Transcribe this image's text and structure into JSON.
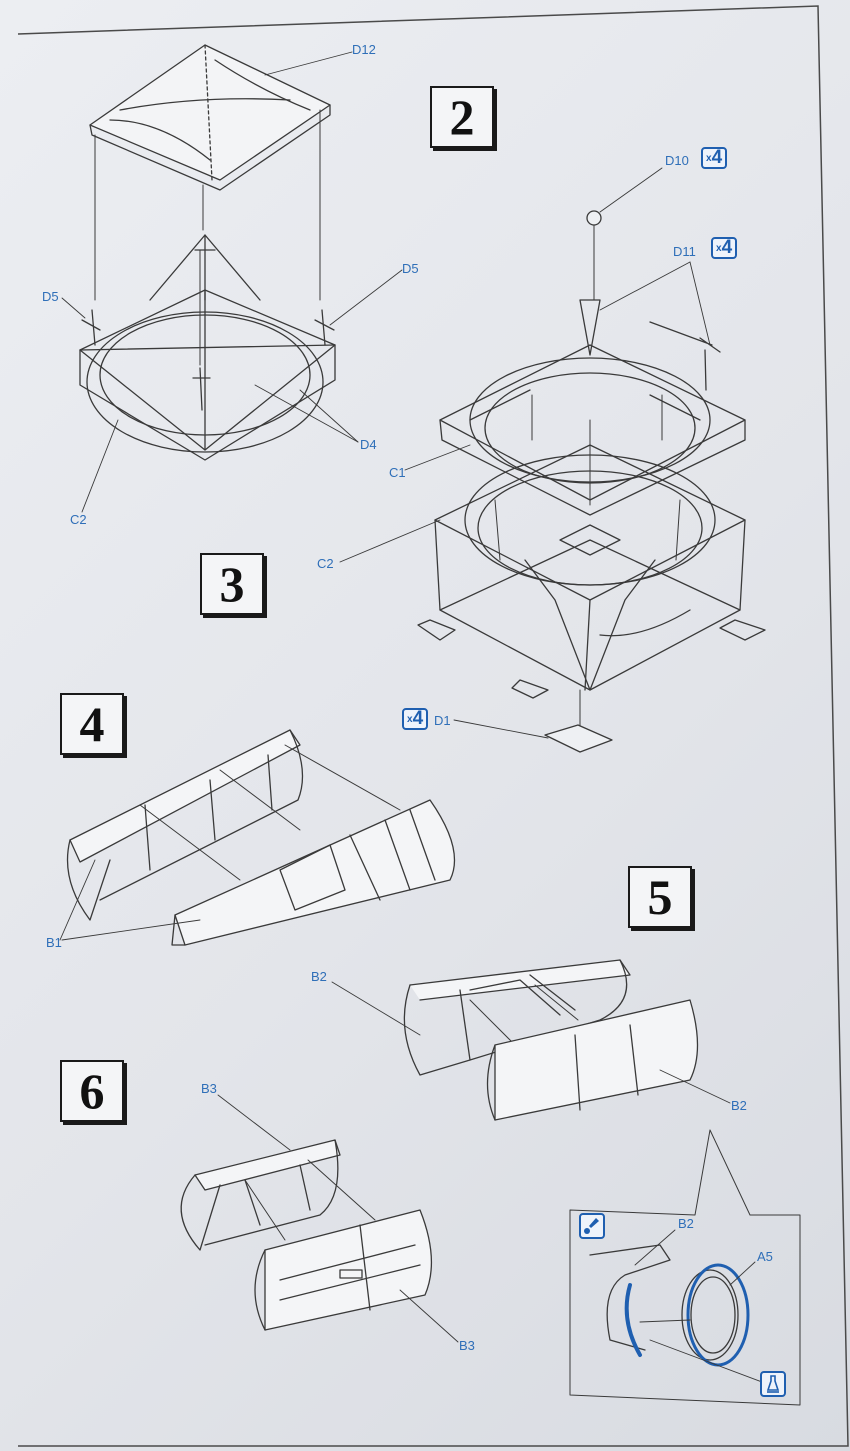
{
  "steps": [
    "2",
    "3",
    "4",
    "5",
    "6"
  ],
  "parts": {
    "d12": "D12",
    "d10": "D10",
    "d11": "D11",
    "d5_left": "D5",
    "d5_right": "D5",
    "d4": "D4",
    "c2_step2": "C2",
    "c1": "C1",
    "c2_step3": "C2",
    "d1": "D1",
    "b1": "B1",
    "b2_top": "B2",
    "b2_right": "B2",
    "b3_top": "B3",
    "b3_bottom": "B3",
    "b2_detail": "B2",
    "a5": "A5"
  },
  "quantities": {
    "d10": {
      "prefix": "x",
      "count": "4"
    },
    "d11": {
      "prefix": "x",
      "count": "4"
    },
    "d1": {
      "prefix": "x",
      "count": "4"
    }
  },
  "icons": {
    "paint": "paint-brush-icon",
    "glue": "glue-bottle-icon"
  },
  "colors": {
    "label": "#2f6fb8",
    "highlight": "#1f5fb0",
    "ink": "#3a3a3a"
  }
}
